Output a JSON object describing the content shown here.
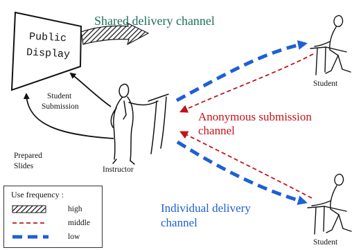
{
  "display": {
    "line1": "Public",
    "line2": "Display"
  },
  "channels": {
    "shared": "Shared delivery channel",
    "anonymous_line1": "Anonymous submission",
    "anonymous_line2": "channel",
    "individual_line1": "Individual delivery",
    "individual_line2": "channel"
  },
  "labels": {
    "student_submission_line1": "Student",
    "student_submission_line2": "Submission",
    "prepared_slides_line1": "Prepared",
    "prepared_slides_line2": "Slides",
    "instructor": "Instructor",
    "student_top": "Student",
    "student_bottom": "Student"
  },
  "legend": {
    "title": "Use frequency :",
    "items": [
      {
        "label": "high",
        "style": "hatched",
        "color": "#1a1a1a"
      },
      {
        "label": "middle",
        "style": "dashed-thin",
        "color": "#c0141c"
      },
      {
        "label": "low",
        "style": "dashed-thick",
        "color": "#1e5fd6"
      }
    ]
  },
  "colors": {
    "shared": "#1e6e5a",
    "anonymous": "#c0141c",
    "individual": "#1e5fd6",
    "ink": "#111111"
  }
}
